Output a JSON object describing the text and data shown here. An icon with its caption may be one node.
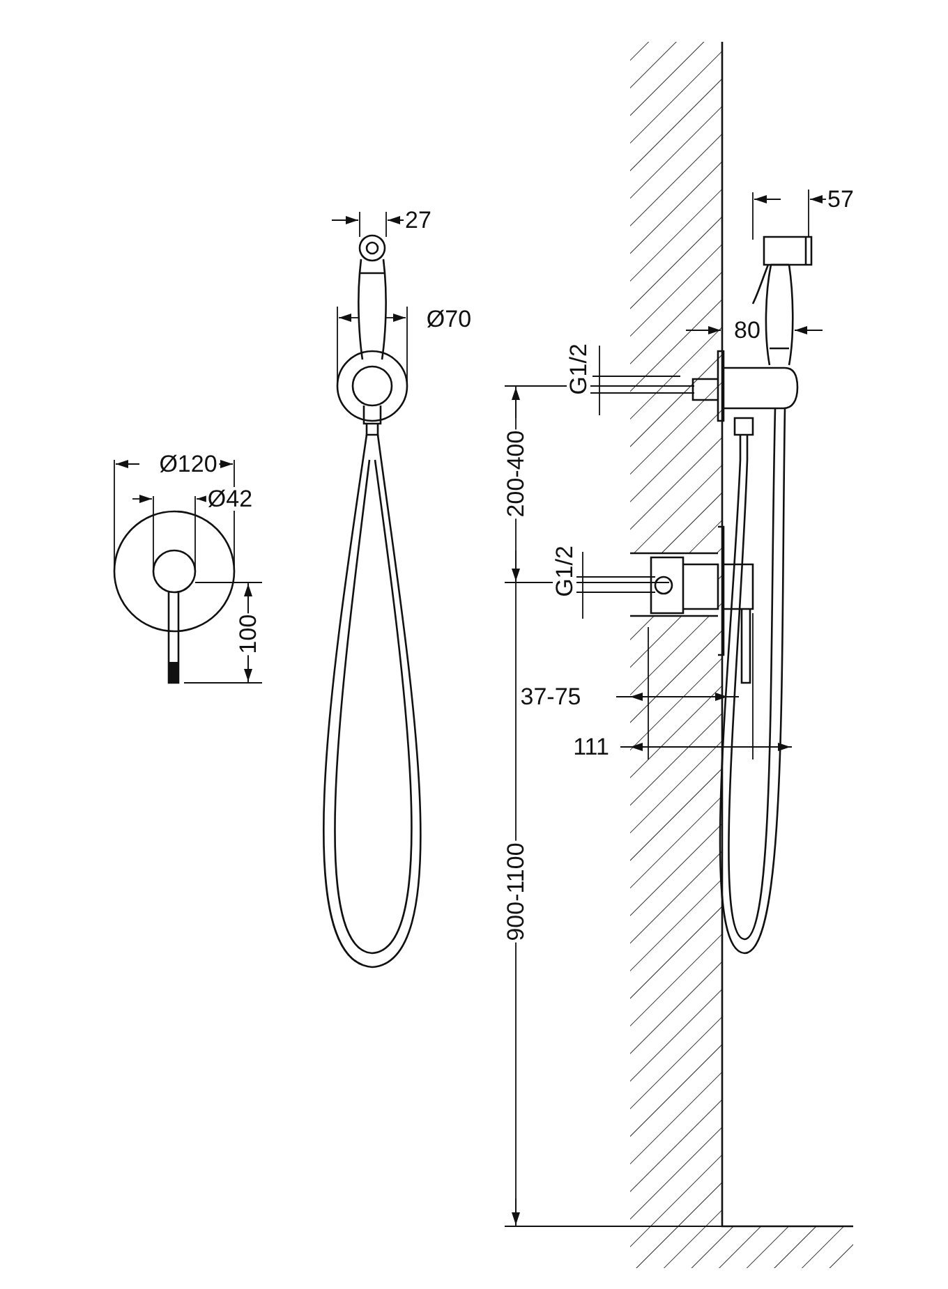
{
  "diagram": {
    "labels": [
      "27",
      "57",
      "Ø70",
      "80",
      "G1/2",
      "200-400",
      "Ø120",
      "Ø42",
      "G1/2",
      "100",
      "37-75",
      "111",
      "900-1100"
    ]
  }
}
